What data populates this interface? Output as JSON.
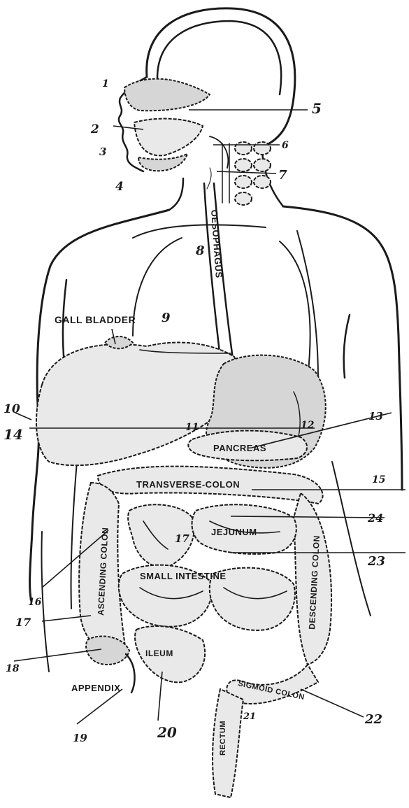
{
  "labels": {
    "gall_bladder": "GALL BLADDER",
    "oesophagus": "OESOPHAGUS",
    "pancreas": "PANCREAS",
    "transverse_colon": "TRANSVERSE-COLON",
    "ascending_colon": "ASCENDING COLON",
    "descending_colon": "DESCENDING COLON",
    "jejunum": "JEJUNUM",
    "small_intestine": "SMALL INTESTINE",
    "ileum": "ILEUM",
    "sigmoid_colon": "SIGMOID COLON",
    "rectum": "RECTUM",
    "appendix": "APPENDIX"
  },
  "numbers": {
    "n1": "1",
    "n2": "2",
    "n3": "3",
    "n4": "4",
    "n5": "5",
    "n6": "6",
    "n7": "7",
    "n8": "8",
    "n9": "9",
    "n10": "10",
    "n11": "11",
    "n12": "12",
    "n13": "13",
    "n14": "14",
    "n15": "15",
    "n16": "16",
    "n17": "17",
    "n17b": "17",
    "n18": "18",
    "n19": "19",
    "n20": "20",
    "n21": "21",
    "n22": "22",
    "n23": "23",
    "n24": "24"
  }
}
